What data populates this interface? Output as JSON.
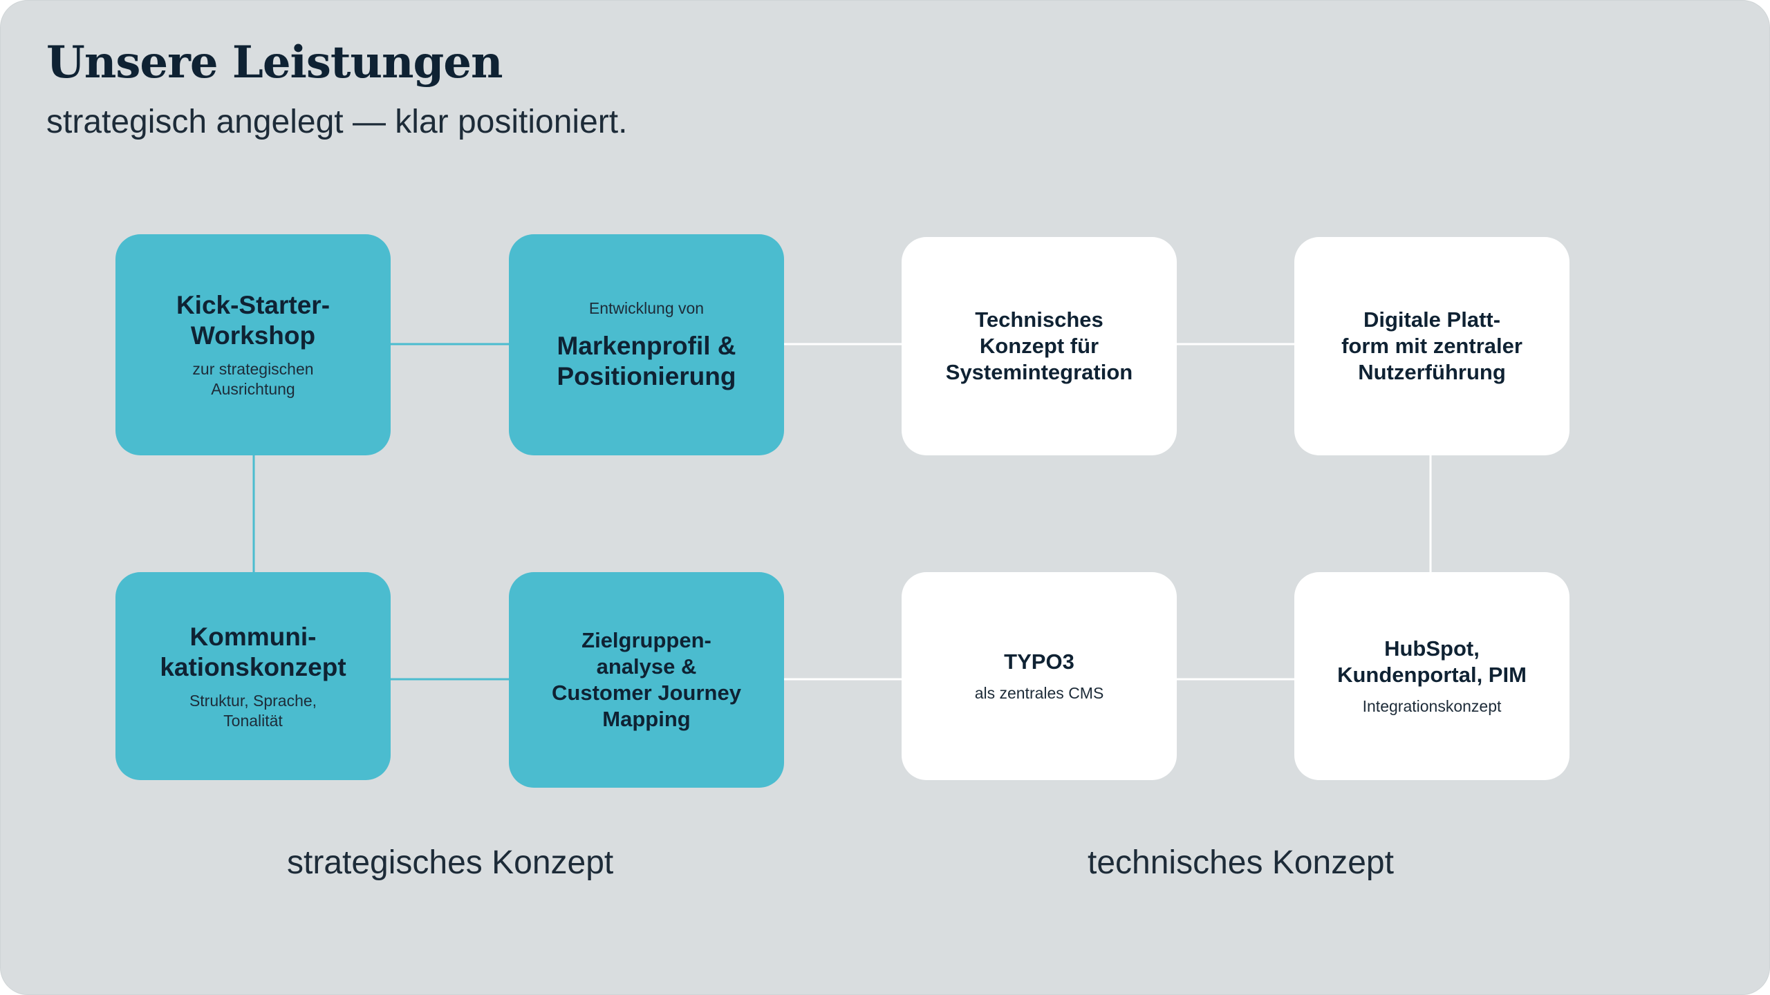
{
  "header": {
    "title": "Unsere Leistungen",
    "subtitle": "strategisch angelegt — klar positioniert."
  },
  "colors": {
    "background": "#d9dddf",
    "teal": "#4bbccf",
    "white": "#ffffff",
    "text": "#0f2233",
    "connector_teal": "#4bbccf",
    "connector_white": "#ffffff"
  },
  "strategic": {
    "kickstarter": {
      "title": "Kick-Starter-\nWorkshop",
      "subtitle": "zur strategischen\nAusrichtung"
    },
    "markenprofil": {
      "pre": "Entwicklung von",
      "title": "Markenprofil &\nPositionierung"
    },
    "kommunikation": {
      "title": "Kommuni-\nkationskonzept",
      "subtitle": "Struktur, Sprache,\nTonalität"
    },
    "zielgruppen": {
      "title": "Zielgruppen-\nanalyse &\nCustomer Journey\nMapping"
    }
  },
  "technical": {
    "konzept": {
      "title": "Technisches\nKonzept für\nSystemintegration"
    },
    "plattform": {
      "title": "Digitale Platt-\nform mit zentraler\nNutzerführung"
    },
    "typo3": {
      "title": "TYPO3",
      "subtitle": "als zentrales CMS"
    },
    "hubspot": {
      "title": "HubSpot,\nKundenportal, PIM",
      "subtitle": "Integrationskonzept"
    }
  },
  "captions": {
    "left": "strategisches Konzept",
    "right": "technisches Konzept"
  }
}
